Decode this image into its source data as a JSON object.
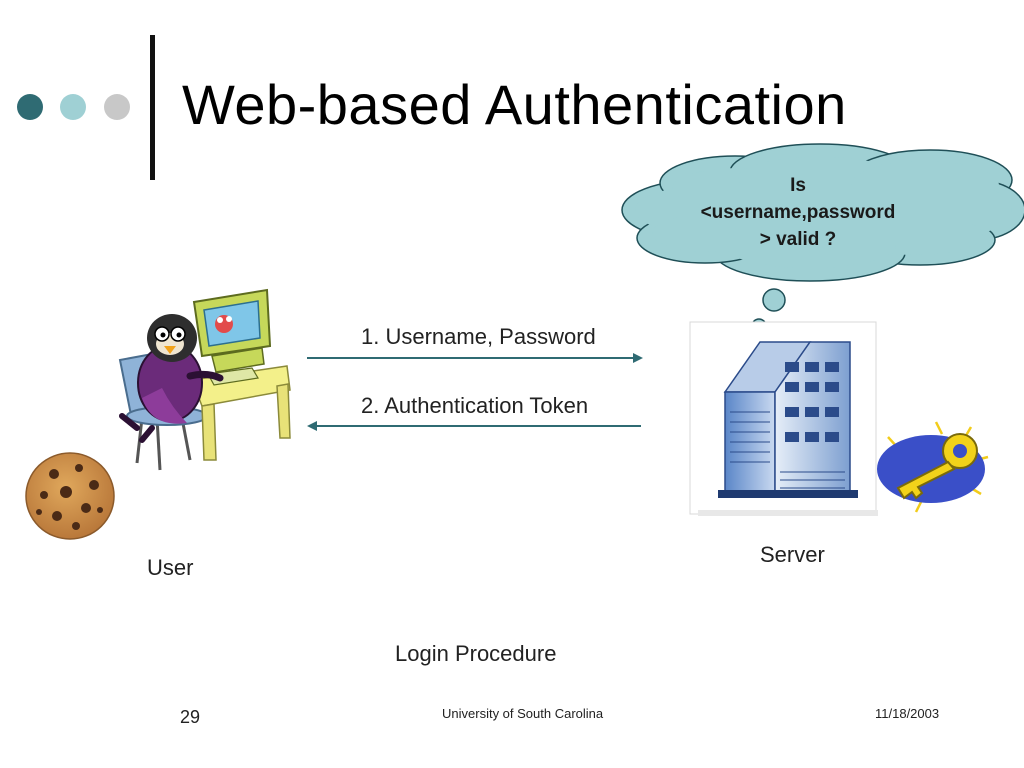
{
  "slide": {
    "title": "Web-based Authentication",
    "thought_bubble": {
      "line1": "Is",
      "line2": "<username,password",
      "line3": "> valid  ?"
    },
    "arrows": {
      "request_label": "1. Username, Password",
      "response_label": "2. Authentication Token"
    },
    "user_label": "User",
    "server_label": "Server",
    "caption": "Login Procedure"
  },
  "footer": {
    "page_number": "29",
    "organization": "University of South Carolina",
    "date": "11/18/2003"
  },
  "colors": {
    "dot_dark": "#2f6b73",
    "dot_mid": "#9fd0d4",
    "dot_light": "#c8c8c8",
    "cloud_fill": "#9fd0d4",
    "arrow": "#2f6b73"
  },
  "icons": [
    "user-at-computer-icon",
    "cookie-icon",
    "server-tower-icon",
    "key-icon"
  ]
}
